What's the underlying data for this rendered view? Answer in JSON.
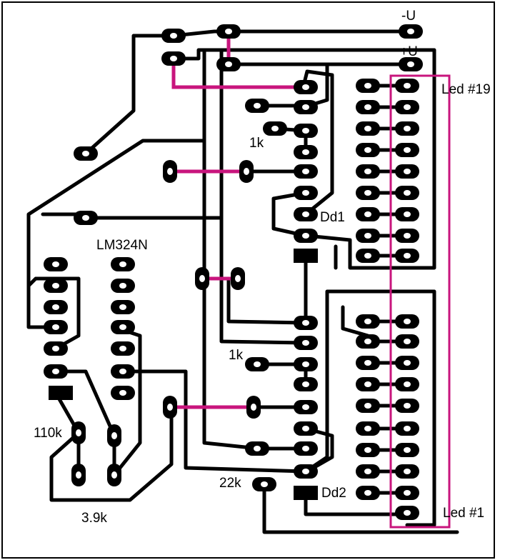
{
  "colors": {
    "background": "#ffffff",
    "trace": "#000000",
    "pad": "#000000",
    "pad_hole": "#ffffff",
    "jumper": "#c8157d",
    "outline": "#c8157d",
    "border": "#000000"
  },
  "labels": {
    "minus_u": "-U",
    "plus_u": "+U",
    "led_top": "Led #19",
    "led_bottom": "Led #1",
    "r_1k_top": "1k",
    "r_1k_mid": "1k",
    "dd1": "Dd1",
    "dd2": "Dd2",
    "lm324": "LM324N",
    "r_110k": "110k",
    "r_3_9k": "3.9k",
    "r_22k": "22k"
  }
}
